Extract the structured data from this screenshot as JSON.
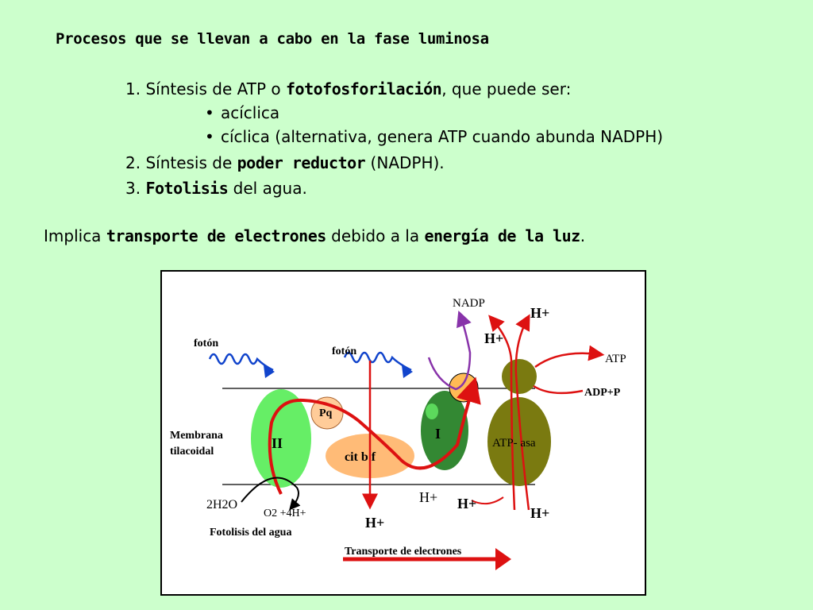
{
  "title": "Procesos que se llevan a cabo en la fase luminosa",
  "list": {
    "item1": {
      "prefix": "1. Síntesis de ATP o ",
      "bold": "fotofosforilación",
      "suffix": ", que puede ser:"
    },
    "sub1": {
      "bullet": "•",
      "text": "acíclica"
    },
    "sub2": {
      "bullet": "•",
      "text": "cíclica (alternativa, genera ATP cuando abunda NADPH)"
    },
    "item2": {
      "prefix": "2. Síntesis de ",
      "bold": "poder reductor",
      "suffix": " (NADPH)."
    },
    "item3": {
      "prefix": "3. ",
      "bold": "Fotolisis",
      "suffix": " del agua."
    }
  },
  "summary": {
    "prefix": "Implica ",
    "bold1": "transporte de electrones",
    "middle": " debido a la ",
    "bold2": "energía de la luz",
    "suffix": "."
  },
  "diagram": {
    "foton_left": "fotón",
    "foton_mid": "fotón",
    "nadp": "NADP",
    "h_plus": "H+",
    "atp": "ATP",
    "adp_p": "ADP+P",
    "pq": "Pq",
    "ps2": "II",
    "ps1": "I",
    "cit": "cit b f",
    "atpasa": "ATP- asa",
    "membrana_1": "Membrana",
    "membrana_2": "tilacoidal",
    "h2o": "2H2O",
    "o2": "O2 +4H+",
    "fotolisis": "Fotolisis del agua",
    "transporte": "Transporte de electrones",
    "colors": {
      "green": "#66ee66",
      "dark_green": "#338833",
      "olive": "#7a7a10",
      "peach": "#ffcc99",
      "orange": "#ffbb77",
      "red": "#dd1111",
      "blue": "#1144cc",
      "purple": "#8833aa"
    }
  }
}
